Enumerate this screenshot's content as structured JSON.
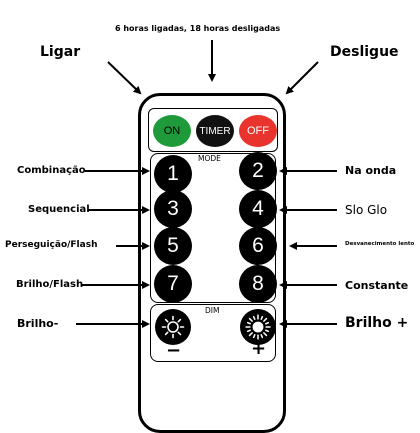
{
  "caption_top": "6 horas ligadas, 18 horas desligadas",
  "labels": {
    "ligar": "Ligar",
    "desligue": "Desligue",
    "combinacao": "Combinação",
    "na_onda": "Na onda",
    "sequencial": "Sequencial",
    "slo_glo": "Slo Glo",
    "perseguicao": "Perseguição/Flash",
    "desvanecimento": "Desvanecimento lento",
    "brilho_flash": "Brilho/Flash",
    "constante": "Constante",
    "brilho_menos": "Brilho-",
    "brilho_mais": "Brilho +"
  },
  "remote": {
    "on_label": "ON",
    "timer_label": "TIMER",
    "off_label": "OFF",
    "mode_label": "MODE",
    "dim_label": "DIM",
    "minus_label": "−",
    "plus_label": "+",
    "buttons": [
      "1",
      "2",
      "3",
      "4",
      "5",
      "6",
      "7",
      "8"
    ],
    "colors": {
      "on": "#1f9a3a",
      "timer": "#111111",
      "off": "#e8342d",
      "key": "#000000"
    }
  }
}
